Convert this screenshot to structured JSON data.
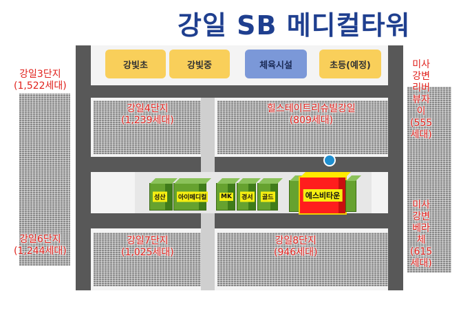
{
  "title": "강일 SB 메디컬타워",
  "schools": [
    {
      "label": "강빛초"
    },
    {
      "label": "강빛중"
    },
    {
      "label": "체육시설"
    },
    {
      "label": "초등(예정)"
    }
  ],
  "complexes": {
    "c3": {
      "name": "강일3단지",
      "units": "(1,522세대)"
    },
    "c4": {
      "name": "강일4단지",
      "units": "(1,239세대)"
    },
    "hills": {
      "name": "힐스테이트리슈빌강일",
      "units": "(809세대)"
    },
    "misa_riverview": {
      "lines": [
        "미사",
        "강변",
        "리버",
        "뷰자",
        "이",
        "(555",
        "세대)"
      ]
    },
    "c6": {
      "name": "강일6단지",
      "units": "(1,244세대)"
    },
    "c7": {
      "name": "강일7단지",
      "units": "(1,025세대)"
    },
    "c8": {
      "name": "강일8단지",
      "units": "(946세대)"
    },
    "misa_bellaje": {
      "lines": [
        "미사",
        "강변",
        "베라",
        "체",
        "(615",
        "세대)"
      ]
    }
  },
  "buildings": [
    {
      "label": "성산"
    },
    {
      "label": "아이메디컬"
    },
    {
      "label": "MK"
    },
    {
      "label": "경서"
    },
    {
      "label": "골드"
    }
  ],
  "highlight": {
    "label": "에스비타운",
    "fill": "#ff1d1d",
    "border": "#f0d000"
  },
  "colors": {
    "title": "#1f3f8f",
    "label_red": "#e0201b",
    "road": "#585858",
    "school": "#f9cf5a",
    "sport": "#7b98d8",
    "building_green": "#66a22f"
  }
}
